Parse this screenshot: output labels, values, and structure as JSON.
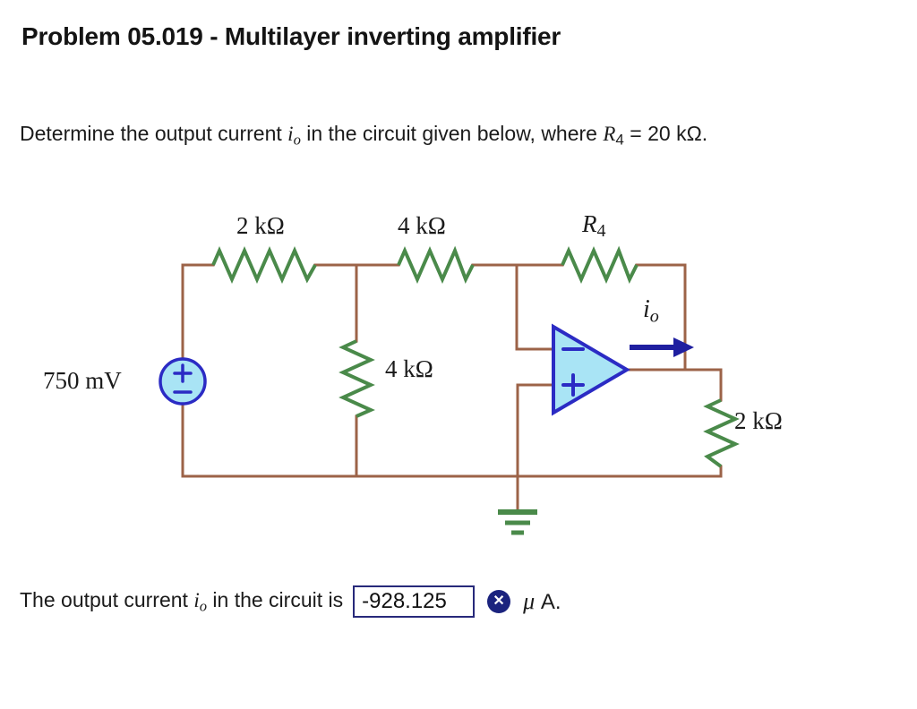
{
  "page": {
    "title": "Problem 05.019 - Multilayer inverting amplifier"
  },
  "prompt": {
    "part1": "Determine the output current ",
    "current_symbol": "i",
    "current_subscript": "o",
    "part2": " in the circuit given below, where ",
    "resistor_symbol": "R",
    "resistor_subscript": "4",
    "part3": " = 20 kΩ."
  },
  "circuit": {
    "source_label": "750 mV",
    "source_plus": "+",
    "source_minus": "−",
    "r1_label": "2 kΩ",
    "r2_label": "4 kΩ",
    "r3_label": "4 kΩ",
    "r4_label_symbol": "R",
    "r4_label_subscript": "4",
    "r5_label": "2 kΩ",
    "opamp_inverting": "−",
    "opamp_noninverting": "+",
    "current_symbol": "i",
    "current_subscript": "o",
    "colors": {
      "wire": "#9c6348",
      "resistor": "#4a8a4a",
      "opamp_fill": "#a9e4f5",
      "opamp_stroke": "#2b2bc4",
      "source_fill": "#a9e4f5",
      "source_stroke": "#2b2bc4",
      "arrow": "#1f1fa0",
      "ground": "#4a8a4a"
    }
  },
  "answer": {
    "lead_text_1": "The output current ",
    "current_symbol": "i",
    "current_subscript": "o",
    "lead_text_2": " in the circuit is",
    "value": "-928.125",
    "status_badge": "✕",
    "unit_mu": "μ",
    "unit_amp": "A."
  }
}
